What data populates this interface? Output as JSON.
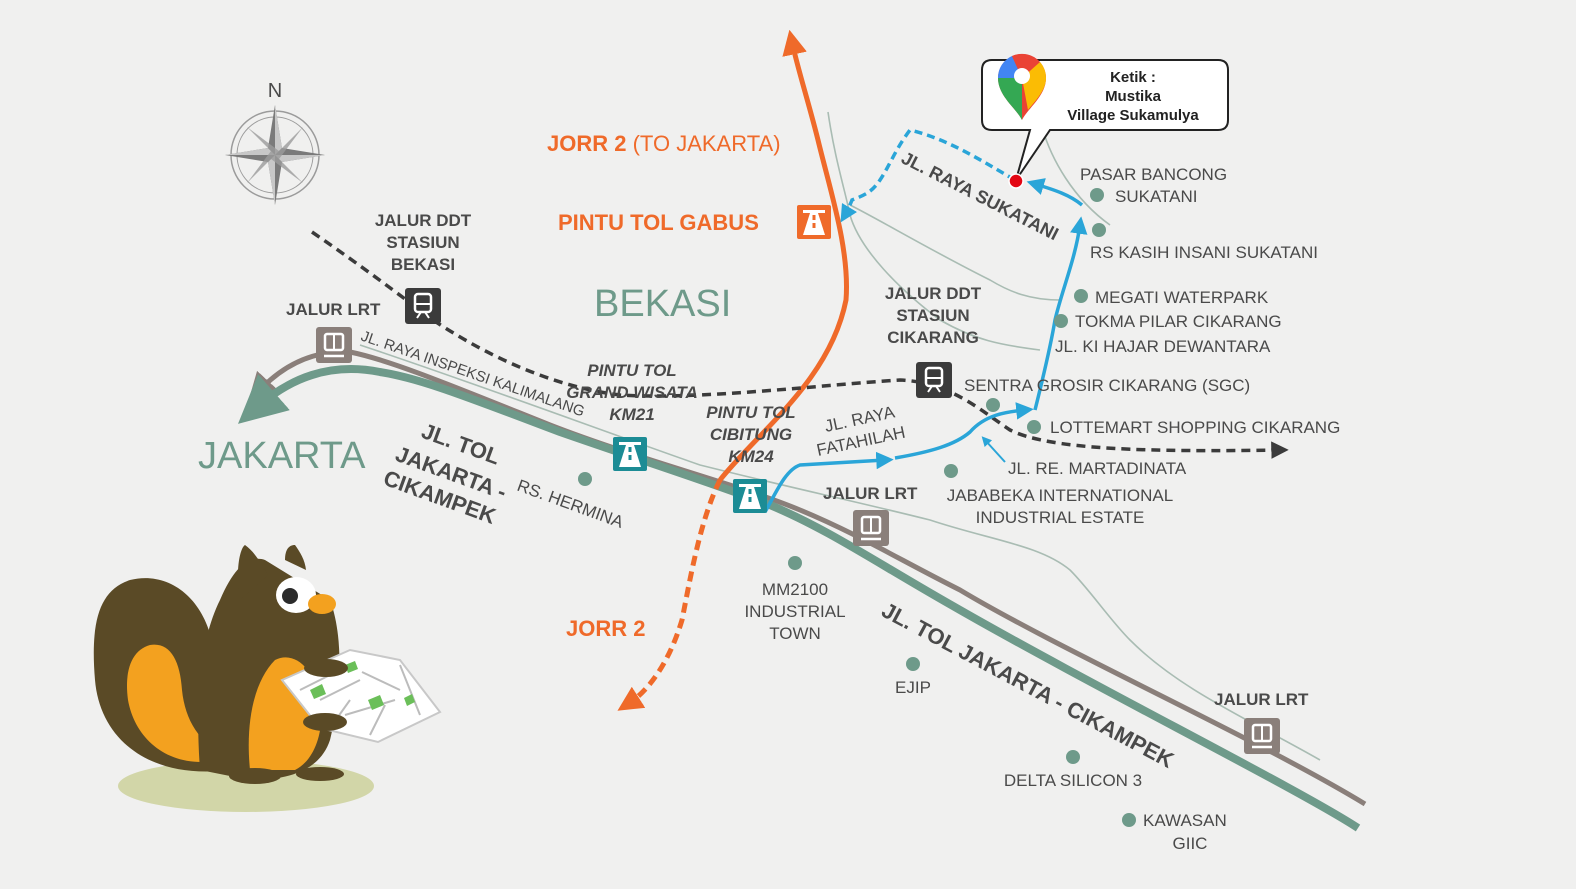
{
  "colors": {
    "background": "#f0f0ef",
    "toll_road": "#6e9a8a",
    "lrt": "#8a7f7a",
    "jorr": "#ef6a2a",
    "route": "#2aa5d8",
    "rail": "#3b3b3b",
    "road_minor": "#a9bcb3",
    "poi_dot": "#6e9a8a",
    "squirrel_body": "#5a4a26",
    "squirrel_accent": "#f3a11f"
  },
  "compass": {
    "north_label": "N"
  },
  "regions": {
    "jakarta": "JAKARTA",
    "bekasi": "BEKASI"
  },
  "jorr": {
    "to_jakarta_bold": "JORR 2",
    "to_jakarta_rest": "(TO JAKARTA)",
    "south": "JORR 2",
    "gate_gabus": "PINTU TOL GABUS"
  },
  "rail": {
    "bekasi": [
      "JALUR DDT",
      "STASIUN",
      "BEKASI"
    ],
    "cikarang": [
      "JALUR DDT",
      "STASIUN",
      "CIKARANG"
    ]
  },
  "lrt": {
    "label": "JALUR LRT"
  },
  "roads": {
    "inspeksi": "JL. RAYA INSPEKSI KALIMALANG",
    "tol_west": [
      "JL. TOL",
      "JAKARTA -",
      "CIKAMPEK"
    ],
    "tol_east": "JL. TOL JAKARTA - CIKAMPEK",
    "sukatani": "JL. RAYA SUKATANI",
    "fatahilah": [
      "JL. RAYA",
      "FATAHILAH"
    ],
    "ki_hajar": "JL. KI HAJAR DEWANTARA",
    "martadinata": "JL. RE. MARTADINATA"
  },
  "gates": {
    "grand_wisata": [
      "PINTU TOL",
      "GRAND WISATA",
      "KM21"
    ],
    "cibitung": [
      "PINTU TOL",
      "CIBITUNG",
      "KM24"
    ]
  },
  "destination": {
    "line1": "Ketik :",
    "line2": "Mustika",
    "line3": "Village Sukamulya"
  },
  "pois": {
    "pasar": [
      "PASAR BANCONG",
      "SUKATANI"
    ],
    "rs_kasih": "RS KASIH INSANI SUKATANI",
    "megati": "MEGATI WATERPARK",
    "tokma": "TOKMA PILAR CIKARANG",
    "sgc": "SENTRA GROSIR CIKARANG (SGC)",
    "lottemart": "LOTTEMART SHOPPING CIKARANG",
    "jababeka": [
      "JABABEKA INTERNATIONAL",
      "INDUSTRIAL ESTATE"
    ],
    "hermina": "RS. HERMINA",
    "mm2100": [
      "MM2100",
      "INDUSTRIAL",
      "TOWN"
    ],
    "ejip": "EJIP",
    "delta": "DELTA SILICON 3",
    "giic": [
      "KAWASAN",
      "GIIC"
    ]
  }
}
